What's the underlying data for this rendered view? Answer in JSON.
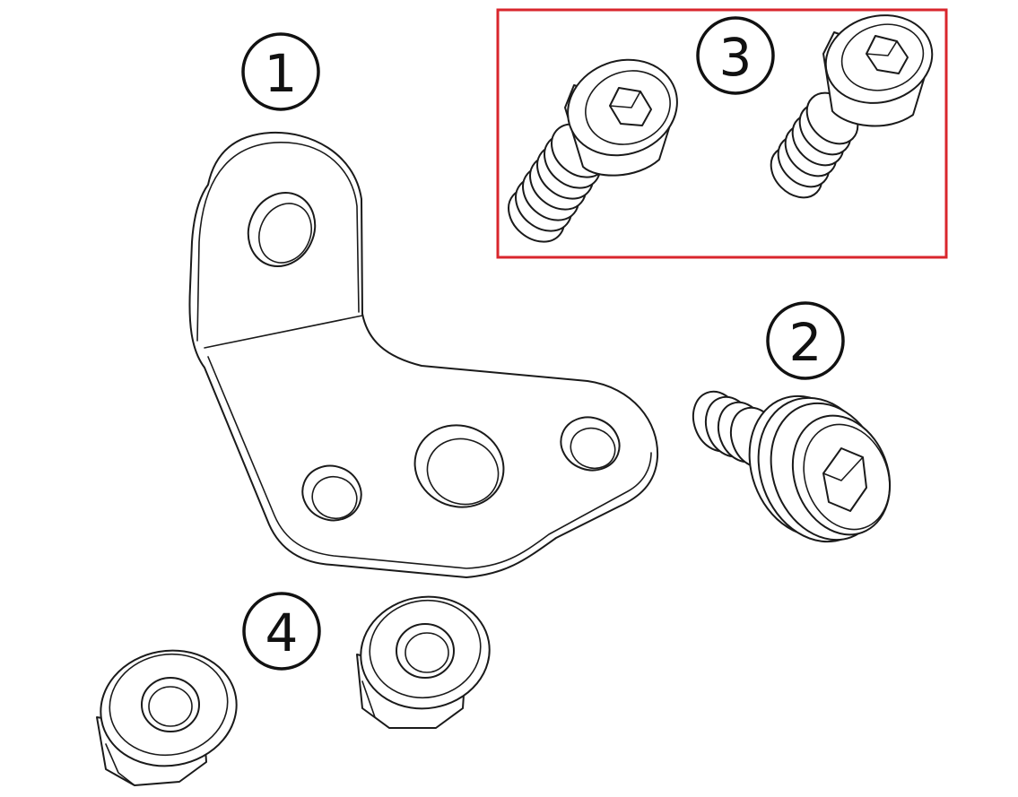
{
  "callouts": [
    {
      "id": "part-1",
      "label": "1"
    },
    {
      "id": "part-2",
      "label": "2"
    },
    {
      "id": "part-3",
      "label": "3"
    },
    {
      "id": "part-4",
      "label": "4"
    }
  ],
  "parts": [
    {
      "id": "bracket",
      "callout": "1"
    },
    {
      "id": "flanged-socket-bolt",
      "callout": "2"
    },
    {
      "id": "socket-cap-screw",
      "callout": "3",
      "quantity_shown": 2,
      "highlighted": true
    },
    {
      "id": "flange-nut",
      "callout": "4",
      "quantity_shown": 2
    }
  ],
  "colors": {
    "line": "#1a1a1a",
    "highlight": "#d9262c",
    "background": "#ffffff"
  }
}
